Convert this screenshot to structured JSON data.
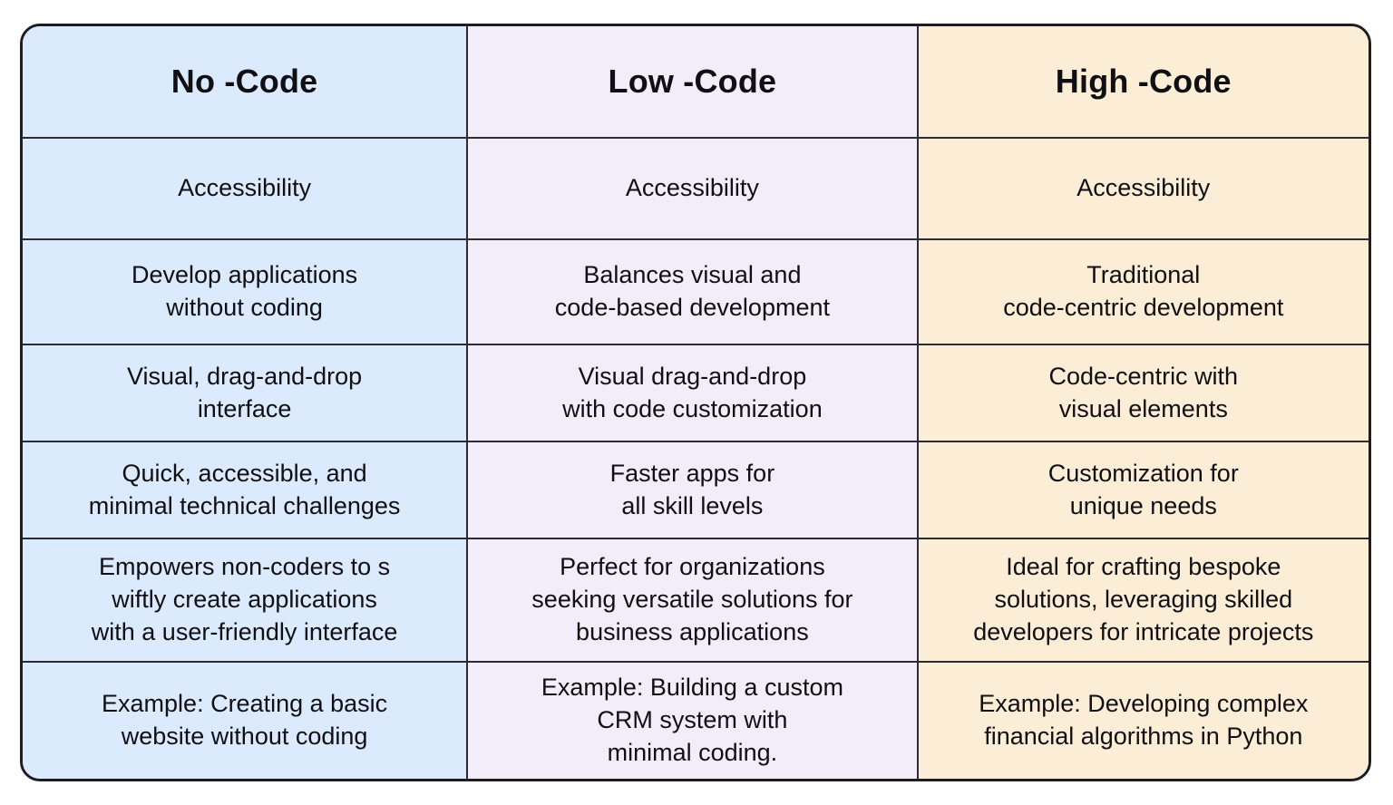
{
  "table": {
    "columns": [
      {
        "id": "no_code",
        "header": "No -Code",
        "bg": "#dbeafd"
      },
      {
        "id": "low_code",
        "header": "Low -Code",
        "bg": "#f3edfa"
      },
      {
        "id": "high_code",
        "header": "High -Code",
        "bg": "#fcedd6"
      }
    ],
    "border_color": "#1c1c22",
    "rows": [
      {
        "id": "accessibility",
        "no_code": "Accessibility",
        "low_code": "Accessibility",
        "high_code": "Accessibility"
      },
      {
        "id": "development_approach",
        "no_code": "Develop applications\nwithout coding",
        "low_code": "Balances visual and\ncode-based development",
        "high_code": "Traditional\ncode-centric development"
      },
      {
        "id": "interface",
        "no_code": "Visual, drag-and-drop\ninterface",
        "low_code": "Visual drag-and-drop\nwith code customization",
        "high_code": "Code-centric with\nvisual elements"
      },
      {
        "id": "benefit",
        "no_code": "Quick, accessible, and\nminimal technical challenges",
        "low_code": "Faster apps for\nall skill levels",
        "high_code": "Customization for\nunique needs"
      },
      {
        "id": "best_for",
        "no_code": "Empowers non-coders to s\nwiftly create applications\nwith a user-friendly interface",
        "low_code": "Perfect for organizations\nseeking versatile solutions for\nbusiness applications",
        "high_code": "Ideal for crafting bespoke\nsolutions, leveraging skilled\ndevelopers for intricate projects"
      },
      {
        "id": "example",
        "no_code": "Example: Creating a basic\nwebsite without coding",
        "low_code": "Example: Building a custom\nCRM system with\nminimal coding.",
        "high_code": "Example: Developing complex\nfinancial algorithms in Python"
      }
    ]
  }
}
